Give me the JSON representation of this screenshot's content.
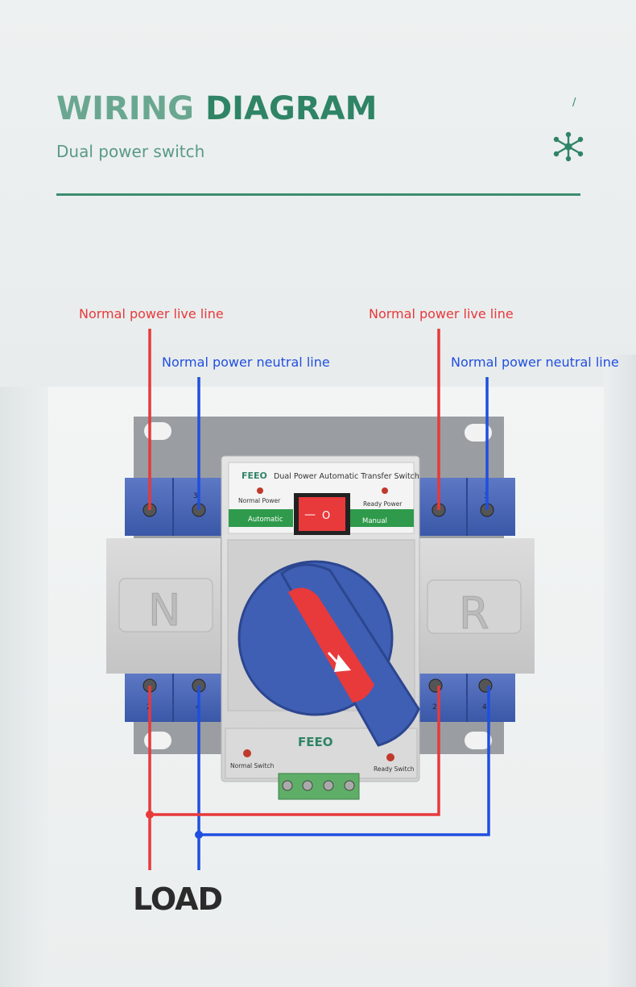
{
  "header": {
    "title_part1": "WIRING",
    "title_part2": "DIAGRAM",
    "subtitle": "Dual power switch",
    "corner_mark": "/"
  },
  "labels": {
    "left_live": "Normal power live line",
    "left_neutral": "Normal power neutral line",
    "right_live": "Normal power live line",
    "right_neutral": "Normal power neutral line",
    "load": "LOAD"
  },
  "device": {
    "brand": "FEEO",
    "panel_title": "Dual Power Automatic Transfer Switch",
    "normal_power": "Normal Power",
    "ready_power": "Ready Power",
    "automatic": "Automatic",
    "manual": "Manual",
    "switch_off": "—",
    "switch_on": "O",
    "left_letter": "N",
    "right_letter": "R",
    "normal_switch": "Normal Switch",
    "ready_switch": "Ready Switch",
    "top_left_terminals": [
      "1",
      "3"
    ],
    "top_right_terminals": [
      "1",
      "3"
    ],
    "bottom_left_terminals": [
      "2",
      "4"
    ],
    "bottom_right_terminals": [
      "2",
      "4"
    ]
  },
  "colors": {
    "live": "#e8393b",
    "neutral": "#1f4fe0",
    "accent": "#2f8466"
  }
}
